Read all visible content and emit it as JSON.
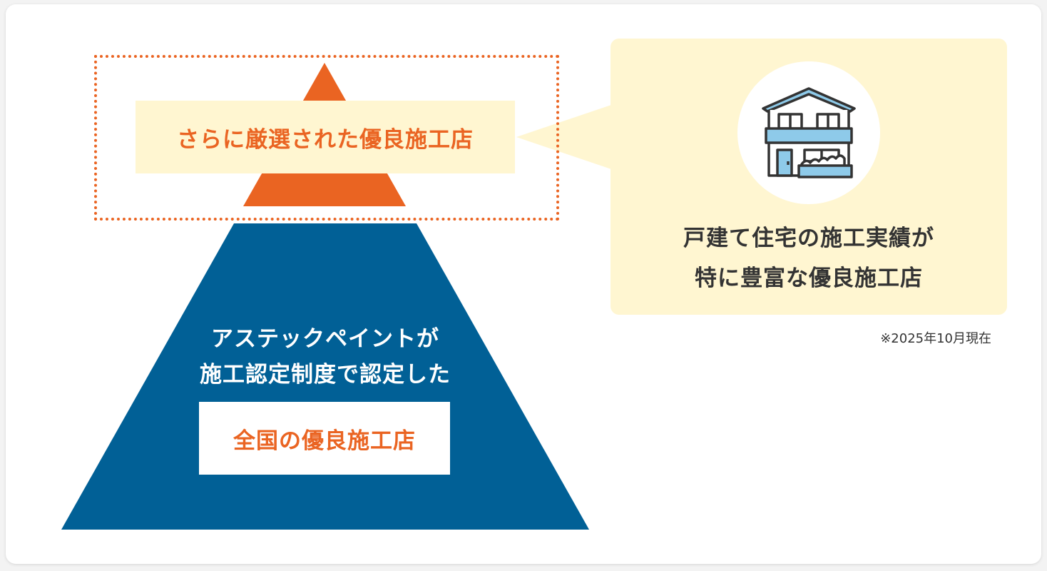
{
  "diagram": {
    "top_tier": {
      "label": "さらに厳選された優良施工店",
      "color": "#ea6422",
      "label_background": "#fff6d1"
    },
    "base_tier": {
      "description_lines": [
        "アステックペイントが",
        "施工認定制度で認定した"
      ],
      "label": "全国の優良施工店",
      "color": "#016096",
      "label_color": "#ea6422"
    },
    "callout": {
      "icon": "house-icon",
      "lines": [
        "戸建て住宅の施工実績が",
        "特に豊富な優良施工店"
      ],
      "background": "#fff6d1"
    },
    "note": "※2025年10月現在"
  }
}
